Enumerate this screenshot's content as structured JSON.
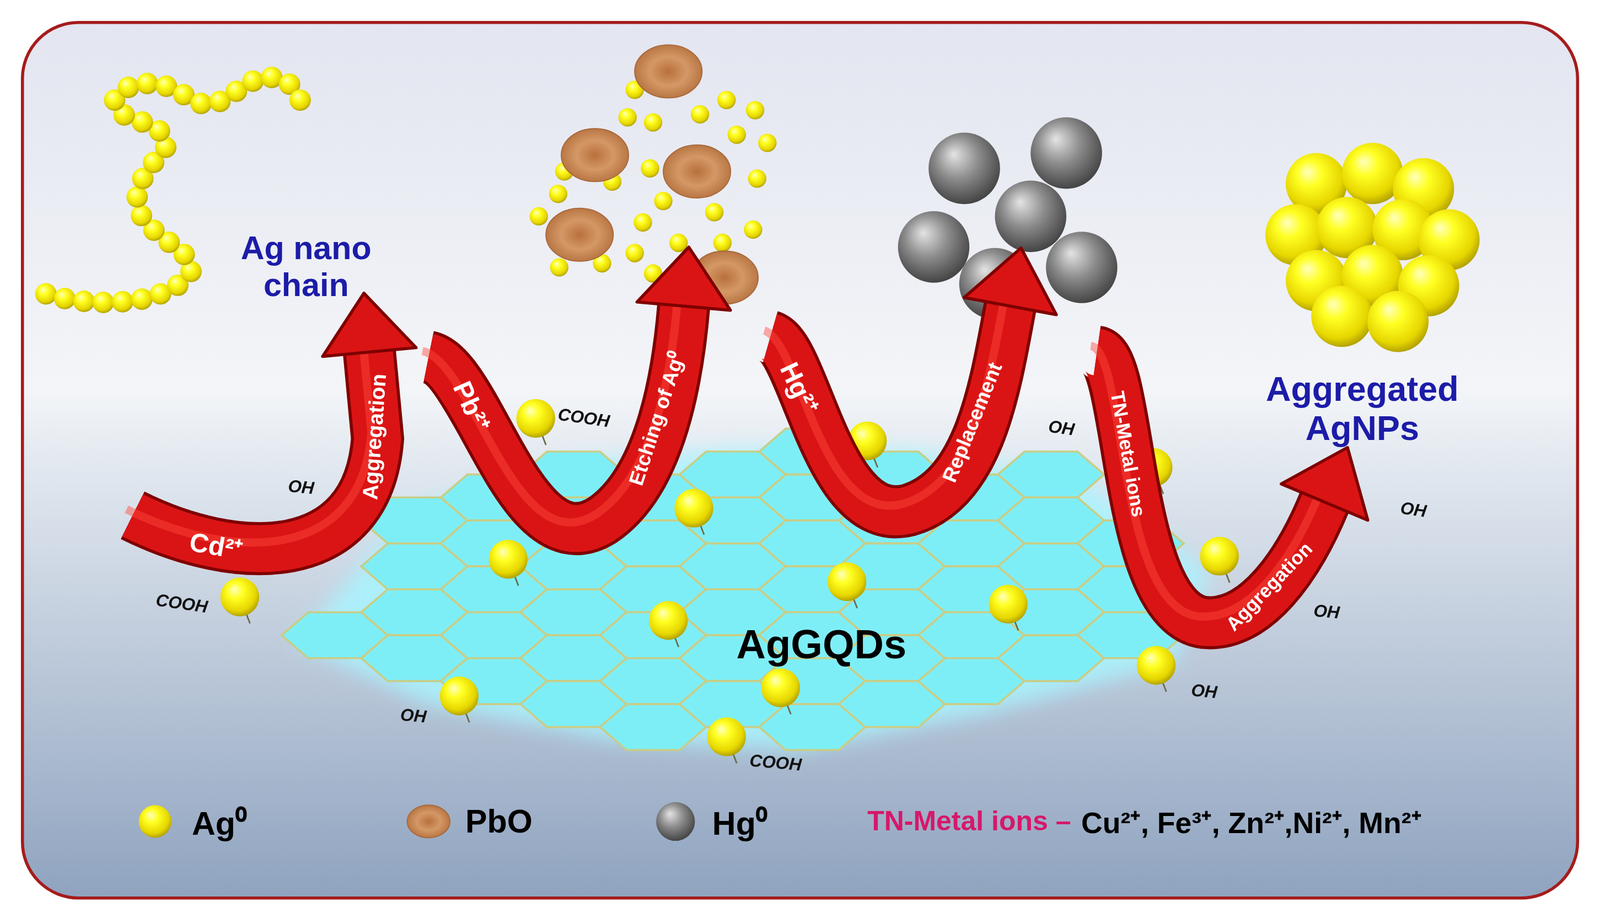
{
  "diagram": {
    "nodes": [
      {
        "text": [
          "AgGQDs"
        ]
      }
    ],
    "labels": [
      "Ag nano chain",
      "Aggregated AgNPs",
      "Cd²⁺",
      "Aggregation",
      "Pb²⁺",
      "Etching of Ag⁰",
      "Hg²⁺",
      "Replacement",
      "TN-Metal ions",
      "Aggregation",
      "COOH",
      "OH",
      "OH",
      "COOH",
      "OH",
      "OH",
      "OH",
      "COOH",
      "OH",
      "TN-Metal ions –",
      "Cu²⁺, Fe³⁺, Zn²⁺,Ni²⁺, Mn²⁺"
    ],
    "legend": [
      {
        "text": "Ag⁰"
      },
      {
        "text": "PbO"
      },
      {
        "text": "Hg⁰"
      }
    ]
  }
}
